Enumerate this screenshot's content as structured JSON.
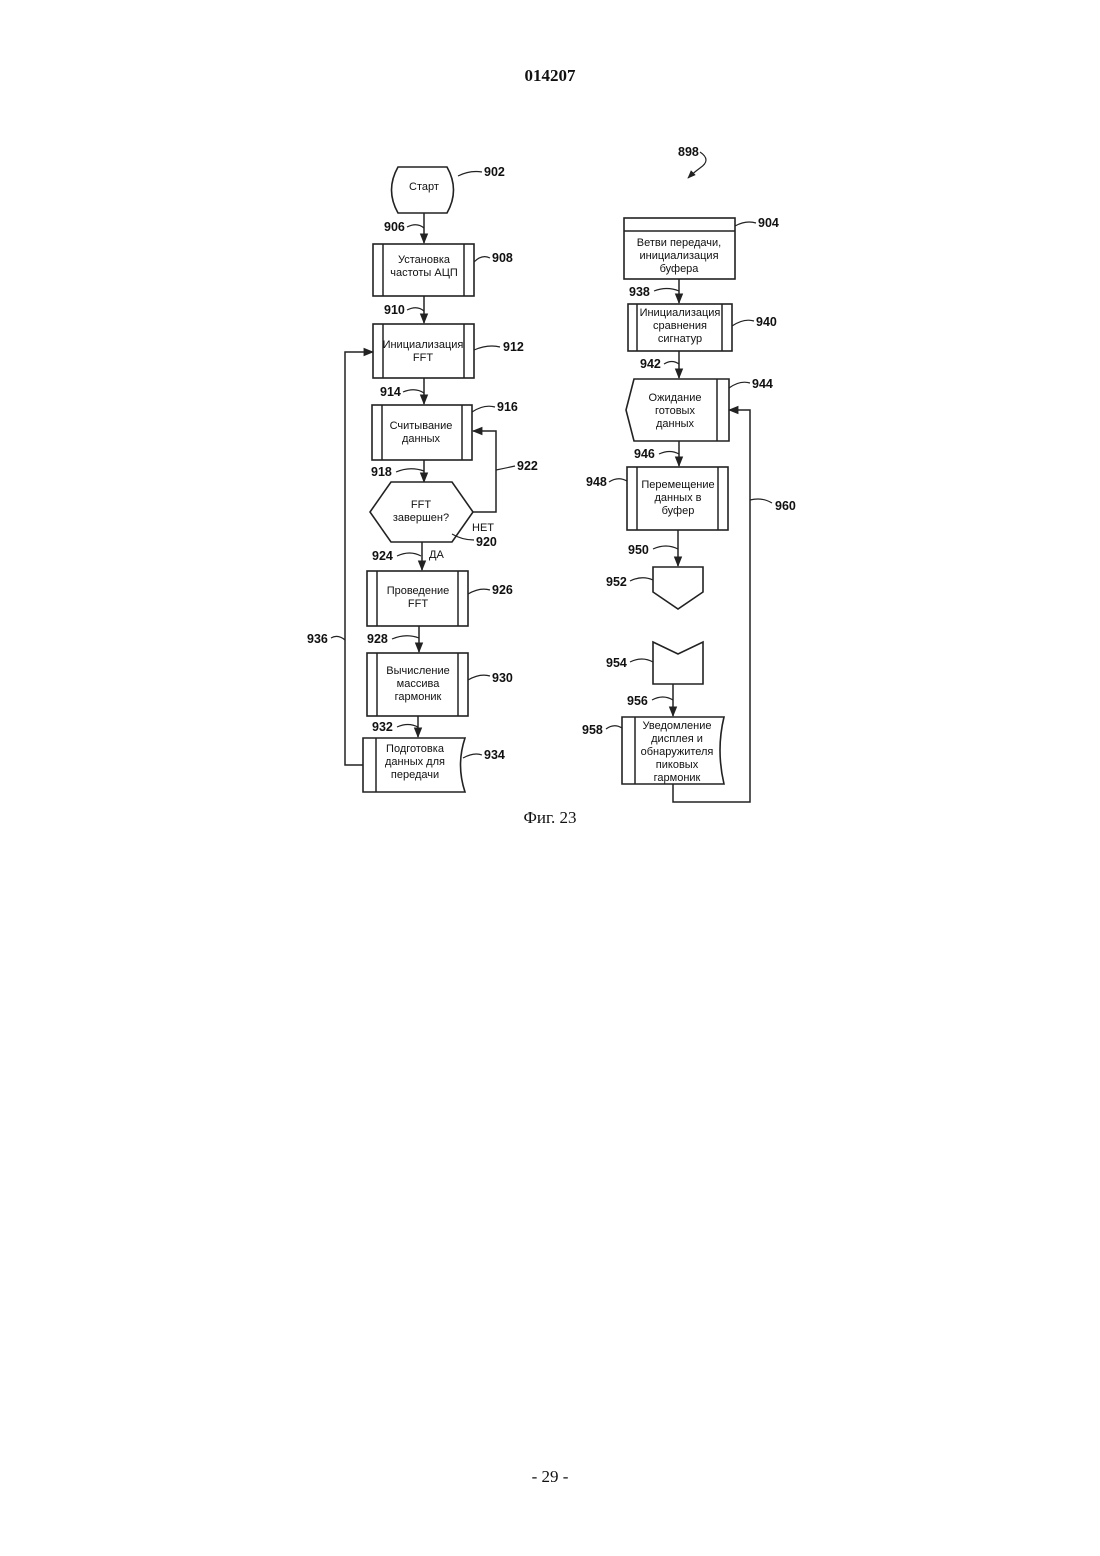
{
  "header": {
    "doc_number": "014207"
  },
  "figure": {
    "caption": "Фиг. 23",
    "figure_ref": "898",
    "blocks": {
      "start": {
        "lines": [
          "Старт"
        ],
        "ref": "902"
      },
      "adc": {
        "lines": [
          "Установка",
          "частоты АЦП"
        ],
        "ref": "908"
      },
      "fft_init": {
        "lines": [
          "Инициализация",
          "FFT"
        ],
        "ref": "912"
      },
      "read": {
        "lines": [
          "Считывание",
          "данных"
        ],
        "ref": "916"
      },
      "fft_done": {
        "lines": [
          "FFT",
          "завершен?"
        ],
        "ref": "920"
      },
      "run_fft": {
        "lines": [
          "Проведение",
          "FFT"
        ],
        "ref": "926"
      },
      "harmonics": {
        "lines": [
          "Вычисление",
          "массива",
          "гармоник"
        ],
        "ref": "930"
      },
      "prepare": {
        "lines": [
          "Подготовка",
          "данных для",
          "передачи"
        ],
        "ref": "934"
      },
      "branch": {
        "lines": [
          "Ветви передачи,",
          "инициализация",
          "буфера"
        ],
        "ref": "904"
      },
      "sig_init": {
        "lines": [
          "Инициализация",
          "сравнения",
          "сигнатур"
        ],
        "ref": "940"
      },
      "wait": {
        "lines": [
          "Ожидание",
          "готовых",
          "данных"
        ],
        "ref": "944"
      },
      "move": {
        "lines": [
          "Перемещение",
          "данных в",
          "буфер"
        ],
        "ref": "948"
      },
      "offpage_out": {
        "ref": "952"
      },
      "offpage_in": {
        "ref": "954"
      },
      "notify": {
        "lines": [
          "Уведомление",
          "дисплея и",
          "обнаружителя",
          "пиковых",
          "гармоник"
        ],
        "ref": "958"
      }
    },
    "connector_refs": {
      "c906": "906",
      "c910": "910",
      "c914": "914",
      "c918": "918",
      "c922": "922",
      "c924": "924",
      "c928": "928",
      "c932": "932",
      "c936": "936",
      "c938": "938",
      "c942": "942",
      "c946": "946",
      "c950": "950",
      "c956": "956",
      "c960": "960"
    },
    "branch_labels": {
      "no": "НЕТ",
      "yes": "ДА"
    }
  },
  "footer": {
    "page_number": "- 29 -"
  }
}
